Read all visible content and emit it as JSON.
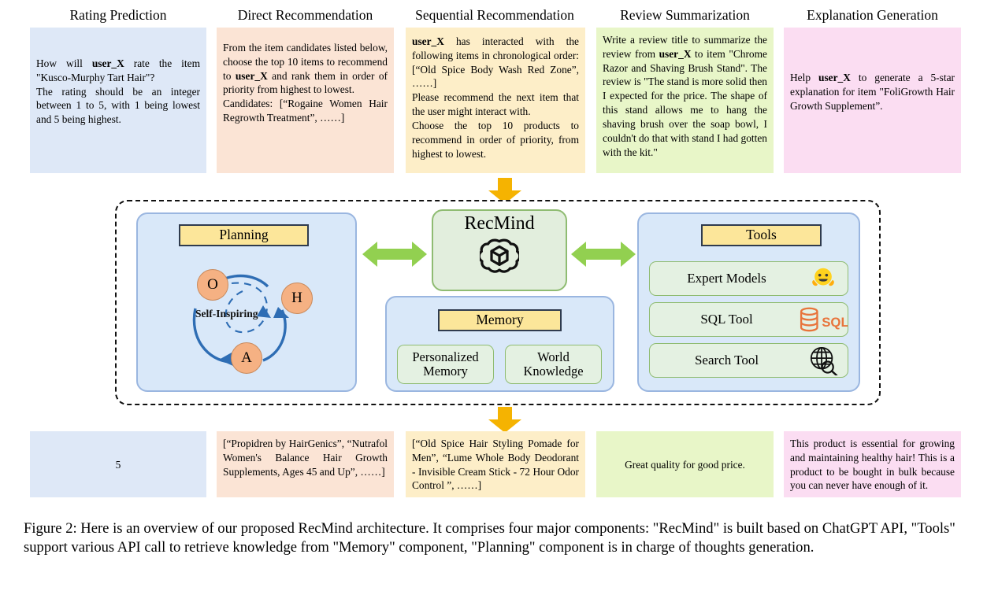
{
  "figure": {
    "caption": "Figure 2: Here is an overview of our proposed RecMind architecture. It comprises four major components: \"RecMind\" is built based on ChatGPT API, \"Tools\" support various API call to retrieve knowledge from \"Memory\" component, \"Planning\" component is in charge of thoughts generation."
  },
  "colors": {
    "rating_bg": "#dee8f7",
    "direct_bg": "#fbe4d5",
    "sequential_bg": "#fdeec8",
    "review_bg": "#e8f6c8",
    "explanation_bg": "#fbddf2",
    "panel_bg": "#d9e8f9",
    "panel_border": "#9ab6e0",
    "title_bg": "#fce69a",
    "title_border": "#2f3b4e",
    "subcard_bg": "#e4f1e2",
    "subcard_border": "#8fbc72",
    "recmind_bg": "#e2eedd",
    "arrow_orange": "#f5b301",
    "arrow_green": "#92d050",
    "circle_fill": "#f5b183",
    "cycle_blue": "#2e6db4"
  },
  "tasks": [
    {
      "id": "rating-prediction",
      "title": "Rating Prediction",
      "prompt_html": "How will <b>user_X</b> rate the item \"Kusco-Murphy Tart Hair\"?<br>The rating should be an integer between 1 to 5, with 1 being lowest and 5 being highest.",
      "output_html": "5",
      "output_centered": true
    },
    {
      "id": "direct-recommendation",
      "title": "Direct Recommendation",
      "prompt_html": "From the item candidates listed below, choose the top 10 items to recommend to <b>user_X</b> and rank them in order of priority from highest to lowest.<br>Candidates: [“Rogaine Women Hair Regrowth Treatment”, ……]",
      "output_html": "[“Propidren by HairGenics”, “Nutrafol Women's Balance Hair Growth Supplements, Ages 45 and Up”, ……]",
      "output_centered": false
    },
    {
      "id": "sequential-recommendation",
      "title": "Sequential Recommendation",
      "prompt_html": "<b>user_X</b> has interacted with the following items in chronological order: [“Old Spice Body Wash Red Zone”, ……]<br>Please recommend the next item that the user might interact with.<br>Choose the top 10 products to recommend in order of priority, from highest to lowest.",
      "output_html": "[“Old Spice Hair Styling Pomade for Men”, “Lume Whole Body Deodorant - Invisible Cream Stick - 72 Hour Odor Control ”, ……]",
      "output_centered": false
    },
    {
      "id": "review-summarization",
      "title": "Review Summarization",
      "prompt_html": "Write a review title to summarize the review from <b>user_X</b> to item \"Chrome Razor and Shaving Brush Stand\". The review is \"The stand is more solid then I expected for the price. The shape of this stand allows me to hang the shaving brush over the soap bowl, I couldn't do that with stand I had gotten with the kit.\"",
      "output_html": "Great quality for good price.",
      "output_centered": true
    },
    {
      "id": "explanation-generation",
      "title": "Explanation Generation",
      "prompt_html": "Help <b>user_X</b> to generate a 5-star explanation for item \"FoliGrowth Hair Growth Supplement”.",
      "output_html": "This product is essential for growing and maintaining healthy hair! This is a product to be bought in bulk because you can never have enough of it.",
      "output_centered": false
    }
  ],
  "architecture": {
    "planning": {
      "title": "Planning",
      "cycle_label": "Self-Inspiring",
      "nodes": [
        {
          "id": "O",
          "label": "O"
        },
        {
          "id": "H",
          "label": "H"
        },
        {
          "id": "A",
          "label": "A"
        }
      ]
    },
    "recmind": {
      "title": "RecMind",
      "logo": "openai-logo-icon"
    },
    "memory": {
      "title": "Memory",
      "items": [
        {
          "label": "Personalized\nMemory",
          "line1": "Personalized",
          "line2": "Memory"
        },
        {
          "label": "World\nKnowledge",
          "line1": "World",
          "line2": "Knowledge"
        }
      ]
    },
    "tools": {
      "title": "Tools",
      "items": [
        {
          "label": "Expert Models",
          "icon": "huggingface-icon"
        },
        {
          "label": "SQL Tool",
          "icon": "sql-database-icon"
        },
        {
          "label": "Search Tool",
          "icon": "globe-search-icon"
        }
      ]
    },
    "arrows": {
      "input_arrow": "down-arrow-input",
      "output_arrow": "down-arrow-output",
      "planning_link": "bidirectional-arrow-planning",
      "tools_link": "bidirectional-arrow-tools"
    }
  }
}
